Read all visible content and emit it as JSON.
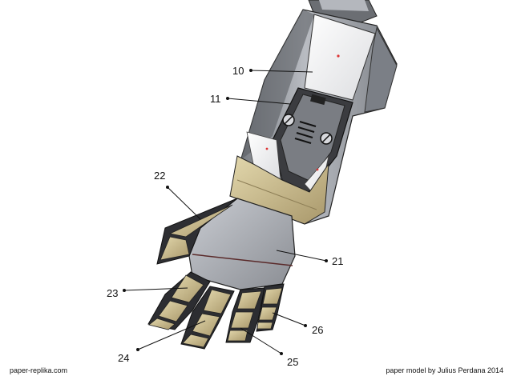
{
  "callouts": [
    {
      "id": "10",
      "text": "10"
    },
    {
      "id": "11",
      "text": "11"
    },
    {
      "id": "21",
      "text": "21"
    },
    {
      "id": "22",
      "text": "22"
    },
    {
      "id": "23",
      "text": "23"
    },
    {
      "id": "24",
      "text": "24"
    },
    {
      "id": "25",
      "text": "25"
    },
    {
      "id": "26",
      "text": "26"
    }
  ],
  "footer": {
    "left": "paper-replika.com",
    "right": "paper model by Julius Perdana 2014"
  },
  "colors": {
    "armor_gray": "#9a9ea6",
    "armor_dark": "#3a3b3e",
    "armor_gold": "#c9b98a",
    "panel_white": "#f2f2f4"
  }
}
